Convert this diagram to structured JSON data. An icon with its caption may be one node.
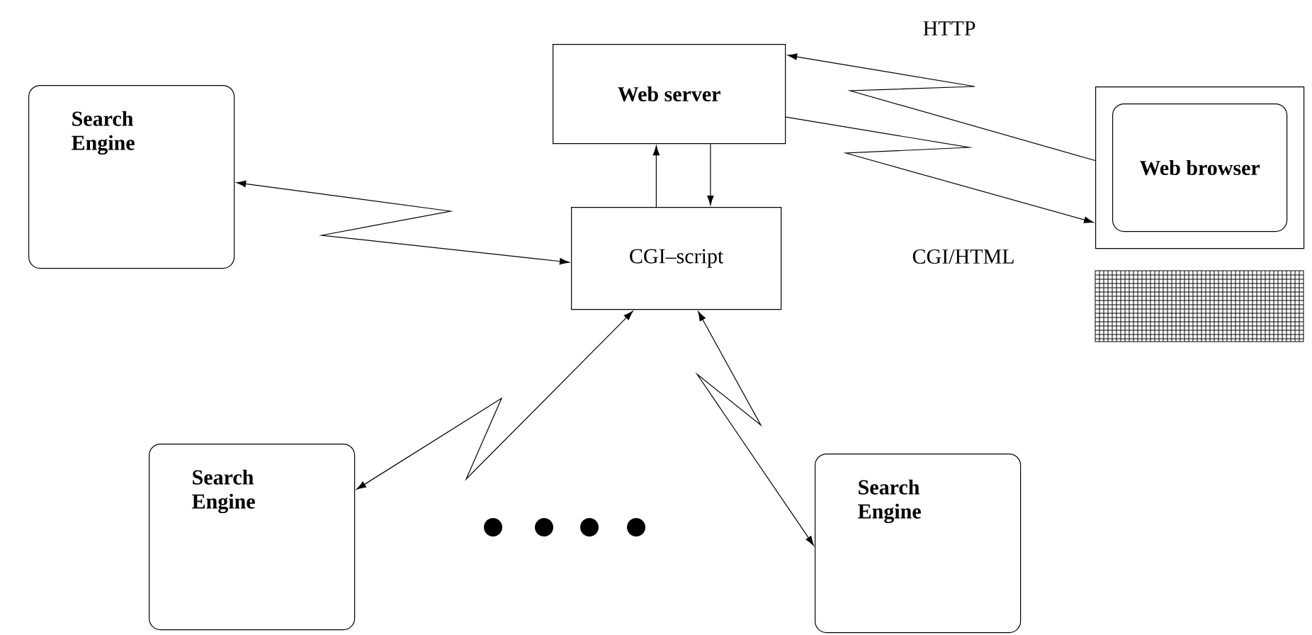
{
  "diagram": {
    "nodes": [
      {
        "text": [
          "Web server"
        ]
      },
      {
        "text": [
          "Search Engine"
        ]
      },
      {
        "text": [
          "CGI–script"
        ]
      },
      {
        "text": [],
        "shape": "box"
      },
      {
        "text": [
          "Web browser"
        ],
        "in": 3
      },
      {
        "text": [
          "Search Engine"
        ]
      },
      {
        "text": [
          "Search Engine"
        ]
      }
    ],
    "edges": [
      {
        "from": 3,
        "to": 0,
        "arrow": "to",
        "label": "HTTP"
      },
      {
        "from": 0,
        "to": 3,
        "arrow": "to",
        "label": "CGI/HTML"
      },
      {
        "from": 1,
        "to": 2,
        "arrow": "both"
      },
      {
        "from": 2,
        "to": 5,
        "arrow": "both"
      },
      {
        "from": 2,
        "to": 6,
        "arrow": "both"
      },
      {
        "from": 2,
        "to": 0,
        "arrow": "to"
      },
      {
        "from": 0,
        "to": 2,
        "arrow": "to"
      }
    ]
  }
}
